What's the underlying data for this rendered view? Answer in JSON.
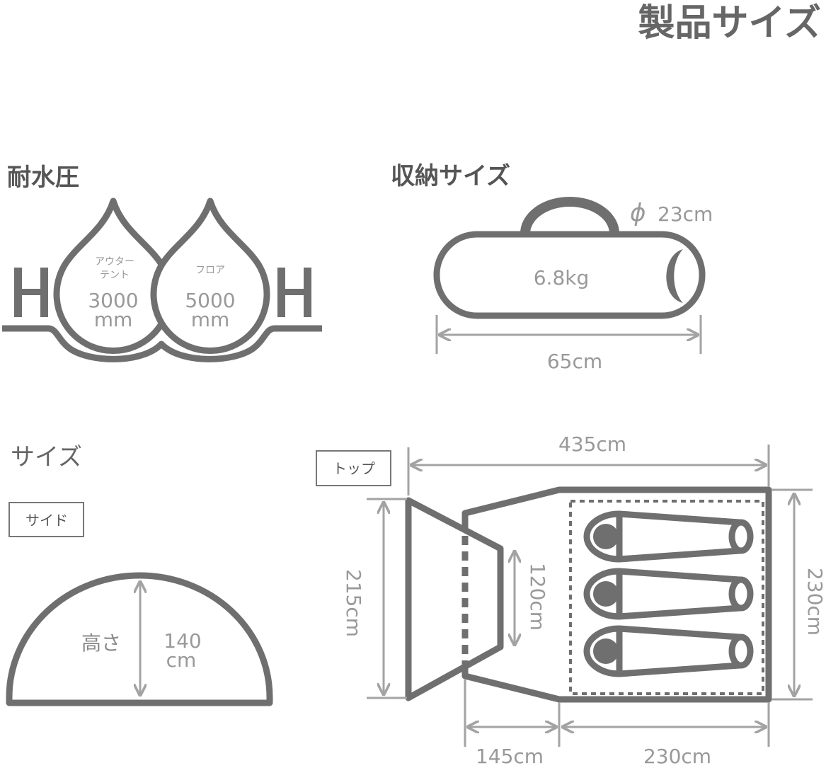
{
  "title": "製品サイズ",
  "water_pressure": {
    "heading": "耐水圧",
    "outer_tent": {
      "label_line1": "アウター",
      "label_line2": "テント",
      "value": "3000",
      "unit": "mm"
    },
    "floor": {
      "label": "フロア",
      "value": "5000",
      "unit": "mm"
    },
    "h_left": "H",
    "h_right": "H"
  },
  "storage": {
    "heading": "収納サイズ",
    "weight": "6.8kg",
    "diameter_symbol": "ϕ",
    "diameter": "23cm",
    "length": "65cm"
  },
  "size": {
    "heading": "サイズ",
    "side": {
      "tag": "サイド",
      "height_label": "高さ",
      "height_value": "140",
      "height_unit": "cm"
    },
    "top": {
      "tag": "トップ",
      "total_length": "435cm",
      "vestibule_width": "215cm",
      "entrance_width": "120cm",
      "inner_width": "230cm",
      "vestibule_length": "145cm",
      "inner_length": "230cm"
    }
  },
  "colors": {
    "line": "#6f6f6f",
    "dimension": "#a3a3a3",
    "text": "#999999"
  }
}
